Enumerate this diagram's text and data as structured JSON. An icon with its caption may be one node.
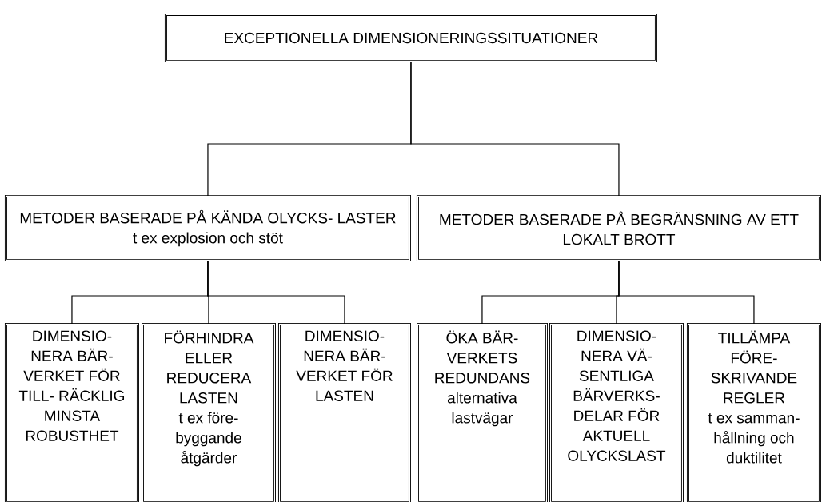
{
  "diagram": {
    "nodes": [
      {
        "text": [
          "EXCEPTIONELLA DIMENSIONERINGSSITUATIONER"
        ]
      },
      {
        "text": [
          "METODER BASERADE PÅ KÄNDA OLYCKS- LASTER",
          "t ex explosion och stöt"
        ]
      },
      {
        "text": [
          "METODER BASERADE PÅ BEGRÄNSNING AV ETT LOKALT BROTT"
        ]
      },
      {
        "text": [
          "DIMENSIO- NERA BÄR- VERKET FÖR TILL- RÄCKLIG MINSTA ROBUSTHET"
        ]
      },
      {
        "text": [
          "FÖRHINDRA ELLER REDUCERA LASTEN",
          "t ex före- byggande åtgärder"
        ]
      },
      {
        "text": [
          "DIMENSIO- NERA BÄR- VERKET FÖR LASTEN"
        ]
      },
      {
        "text": [
          "ÖKA BÄR- VERKETS REDUNDANS",
          "alternativa lastvägar"
        ]
      },
      {
        "text": [
          "DIMENSIO- NERA VÄ- SENTLIGA BÄRVERKS- DELAR FÖR AKTUELL OLYCKSLAST"
        ]
      },
      {
        "text": [
          "TILLÄMPA FÖRE- SKRIVANDE REGLER",
          "t ex samman- hållning och duktilitet"
        ]
      }
    ],
    "edges": [
      {
        "from": 0,
        "to": 1,
        "arrow": "none"
      },
      {
        "from": 0,
        "to": 2,
        "arrow": "none"
      },
      {
        "from": 1,
        "to": 3,
        "arrow": "none"
      },
      {
        "from": 1,
        "to": 4,
        "arrow": "none"
      },
      {
        "from": 1,
        "to": 5,
        "arrow": "none"
      },
      {
        "from": 2,
        "to": 6,
        "arrow": "none"
      },
      {
        "from": 2,
        "to": 7,
        "arrow": "none"
      },
      {
        "from": 2,
        "to": 8,
        "arrow": "none"
      }
    ]
  }
}
